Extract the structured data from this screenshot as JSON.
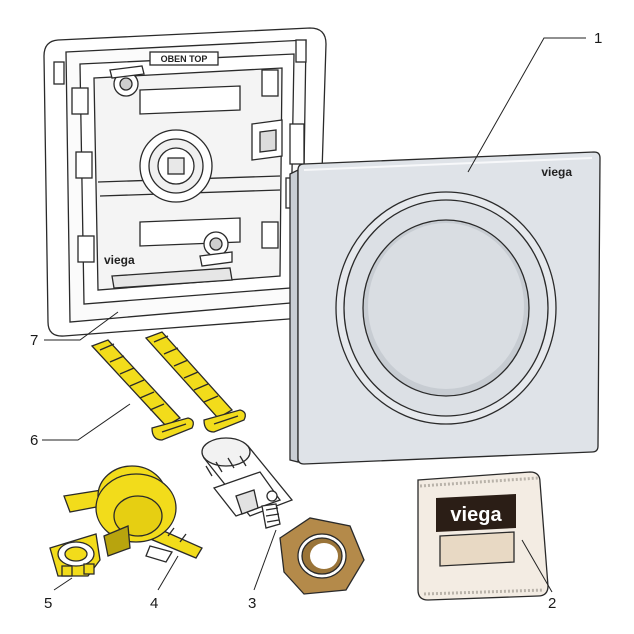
{
  "frame": {
    "stamp_text": "OBEN  TOP",
    "brand": "viega"
  },
  "plate": {
    "brand": "viega"
  },
  "package": {
    "brand": "viega"
  },
  "callouts": {
    "c1": "1",
    "c2": "2",
    "c3": "3",
    "c4": "4",
    "c5": "5",
    "c6": "6",
    "c7": "7"
  },
  "colors": {
    "line": "#2a2a2a",
    "frame_fill": "#ffffff",
    "plate_fill": "#dfe3e8",
    "yellow": "#f2dc1b",
    "yellow_dark": "#b8a40e",
    "bronze": "#b48a4a",
    "bag": "#f3ece3"
  }
}
